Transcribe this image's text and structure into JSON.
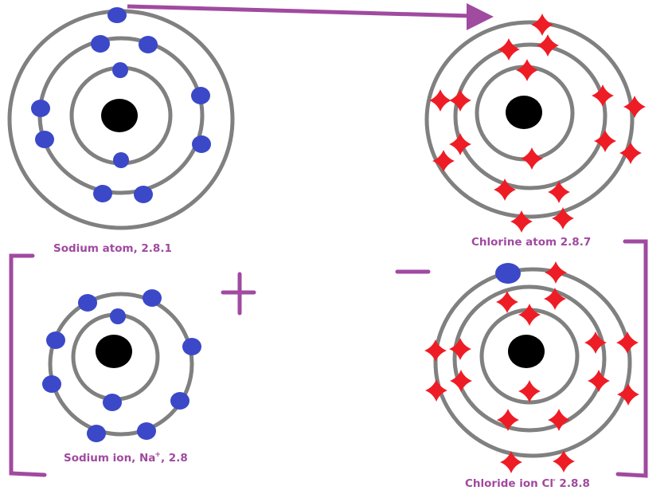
{
  "diagram": {
    "title": "Ionic bonding: electron transfer from sodium to chlorine",
    "colors": {
      "shell": "#808080",
      "nucleus": "#000000",
      "sodium_electron": "#3b48c8",
      "chlorine_electron": "#ee1c24",
      "annotation": "#a04aa0"
    },
    "atoms": [
      {
        "id": "sodium-atom",
        "label": "Sodium atom, 2.8.1",
        "configuration": [
          2,
          8,
          1
        ],
        "electron_style": "dot"
      },
      {
        "id": "chlorine-atom",
        "label": "Chlorine atom 2.8.7",
        "configuration": [
          2,
          8,
          7
        ],
        "electron_style": "cross"
      },
      {
        "id": "sodium-ion",
        "label_main": "Sodium ion, Na",
        "label_charge": "+",
        "label_tail": ", 2.8",
        "configuration": [
          2,
          8
        ],
        "electron_style": "dot"
      },
      {
        "id": "chloride-ion",
        "label_main": "Chloride ion Cl",
        "label_charge": "-",
        "label_tail": " 2.8.8",
        "configuration": [
          2,
          8,
          8
        ],
        "transferred_electrons": 1,
        "electron_style": "cross"
      }
    ],
    "transfer_arrow": {
      "from": "sodium-atom",
      "to": "chlorine-atom",
      "meaning": "outer electron transferred"
    },
    "charge_signs": {
      "sodium_ion": "+",
      "chloride_ion": "−"
    }
  }
}
